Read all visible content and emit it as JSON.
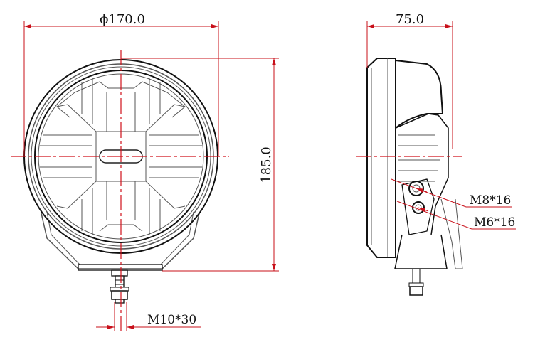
{
  "dimensions": {
    "diameter": "ϕ170.0",
    "height": "185.0",
    "depth": "75.0",
    "bottom_bolt": "M10*30",
    "upper_bolt": "M8*16",
    "lower_bolt": "M6*16"
  },
  "colors": {
    "dimension_lines": "#c8101a",
    "outline": "#111111"
  }
}
